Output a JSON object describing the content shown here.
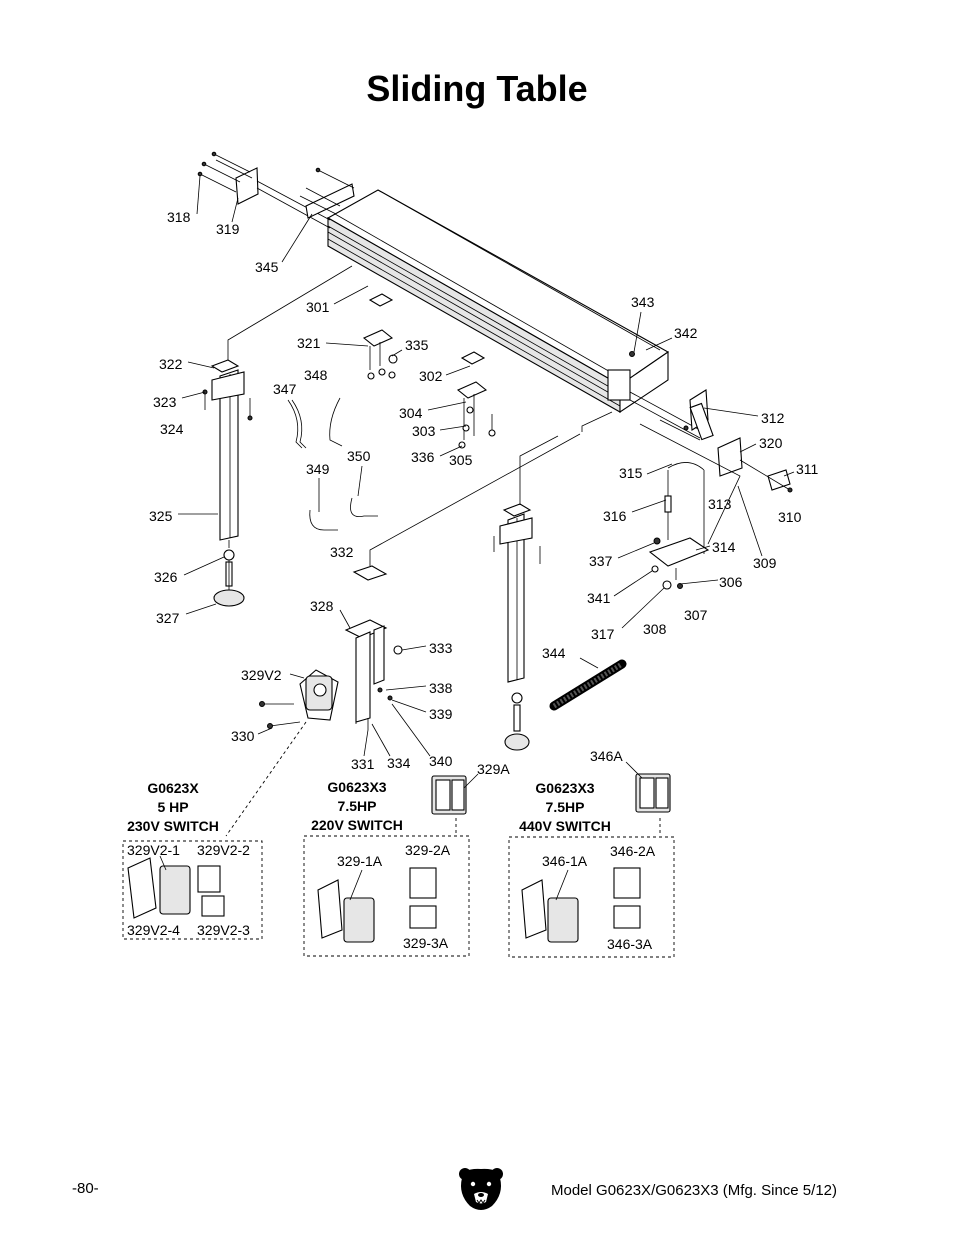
{
  "title": "Sliding Table",
  "callouts": [
    {
      "id": "318",
      "text": "318"
    },
    {
      "id": "319",
      "text": "319"
    },
    {
      "id": "345",
      "text": "345"
    },
    {
      "id": "301",
      "text": "301"
    },
    {
      "id": "343",
      "text": "343"
    },
    {
      "id": "342",
      "text": "342"
    },
    {
      "id": "321",
      "text": "321"
    },
    {
      "id": "335",
      "text": "335"
    },
    {
      "id": "322",
      "text": "322"
    },
    {
      "id": "348",
      "text": "348"
    },
    {
      "id": "302",
      "text": "302"
    },
    {
      "id": "347",
      "text": "347"
    },
    {
      "id": "323",
      "text": "323"
    },
    {
      "id": "304",
      "text": "304"
    },
    {
      "id": "312",
      "text": "312"
    },
    {
      "id": "303",
      "text": "303"
    },
    {
      "id": "324",
      "text": "324"
    },
    {
      "id": "320",
      "text": "320"
    },
    {
      "id": "336",
      "text": "336"
    },
    {
      "id": "305",
      "text": "305"
    },
    {
      "id": "350",
      "text": "350"
    },
    {
      "id": "349",
      "text": "349"
    },
    {
      "id": "315",
      "text": "315"
    },
    {
      "id": "311",
      "text": "311"
    },
    {
      "id": "313",
      "text": "313"
    },
    {
      "id": "325",
      "text": "325"
    },
    {
      "id": "316",
      "text": "316"
    },
    {
      "id": "310",
      "text": "310"
    },
    {
      "id": "332",
      "text": "332"
    },
    {
      "id": "314",
      "text": "314"
    },
    {
      "id": "337",
      "text": "337"
    },
    {
      "id": "309",
      "text": "309"
    },
    {
      "id": "326",
      "text": "326"
    },
    {
      "id": "306",
      "text": "306"
    },
    {
      "id": "341",
      "text": "341"
    },
    {
      "id": "328",
      "text": "328"
    },
    {
      "id": "327",
      "text": "327"
    },
    {
      "id": "307",
      "text": "307"
    },
    {
      "id": "317",
      "text": "317"
    },
    {
      "id": "308",
      "text": "308"
    },
    {
      "id": "333",
      "text": "333"
    },
    {
      "id": "344",
      "text": "344"
    },
    {
      "id": "329V2",
      "text": "329V2"
    },
    {
      "id": "338",
      "text": "338"
    },
    {
      "id": "339",
      "text": "339"
    },
    {
      "id": "330",
      "text": "330"
    },
    {
      "id": "346A",
      "text": "346A"
    },
    {
      "id": "340",
      "text": "340"
    },
    {
      "id": "329A",
      "text": "329A"
    },
    {
      "id": "331",
      "text": "331"
    },
    {
      "id": "334",
      "text": "334"
    },
    {
      "id": "329V2-1",
      "text": "329V2-1"
    },
    {
      "id": "329V2-2",
      "text": "329V2-2"
    },
    {
      "id": "329V2-4",
      "text": "329V2-4"
    },
    {
      "id": "329V2-3",
      "text": "329V2-3"
    },
    {
      "id": "329-1A",
      "text": "329-1A"
    },
    {
      "id": "329-2A",
      "text": "329-2A"
    },
    {
      "id": "329-3A",
      "text": "329-3A"
    },
    {
      "id": "346-1A",
      "text": "346-1A"
    },
    {
      "id": "346-2A",
      "text": "346-2A"
    },
    {
      "id": "346-3A",
      "text": "346-3A"
    }
  ],
  "switch_groups": [
    {
      "line1": "G0623X",
      "line2": "5 HP",
      "line3": "230V SWITCH"
    },
    {
      "line1": "G0623X3",
      "line2": "7.5HP",
      "line3": "220V SWITCH"
    },
    {
      "line1": "G0623X3",
      "line2": "7.5HP",
      "line3": "440V SWITCH"
    }
  ],
  "footer": {
    "page_number": "-80-",
    "model": "Model G0623X/G0623X3 (Mfg. Since 5/12)"
  }
}
